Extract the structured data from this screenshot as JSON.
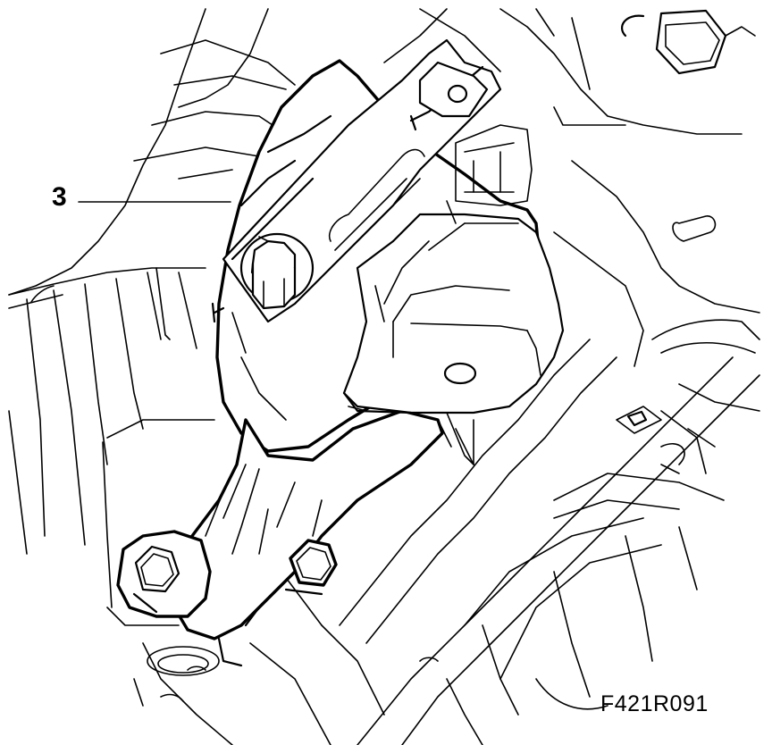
{
  "callouts": [
    {
      "id": "3",
      "text": "3"
    }
  ],
  "figure_code": "F421R091"
}
